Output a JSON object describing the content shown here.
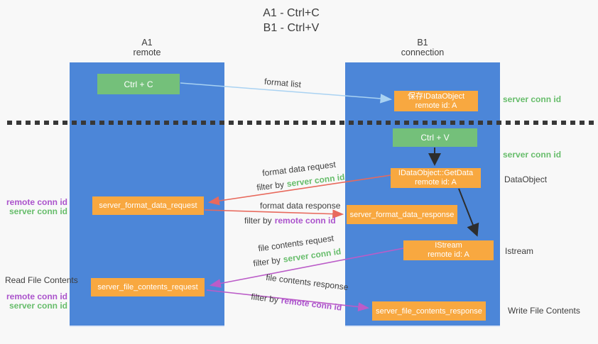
{
  "title": {
    "line1": "A1 - Ctrl+C",
    "line2": "B1 - Ctrl+V"
  },
  "columns": {
    "left": {
      "name": "A1",
      "role": "remote"
    },
    "right": {
      "name": "B1",
      "role": "connection"
    }
  },
  "boxes": {
    "ctrl_c": "Ctrl + C",
    "ctrl_v": "Ctrl + V",
    "save_dataobject": {
      "line1": "保存IDataObject",
      "line2": "remote id: A"
    },
    "getdata": {
      "line1": "IDataObject::GetData",
      "line2": "remote id: A"
    },
    "istream": {
      "line1": "IStream",
      "line2": "remote id: A"
    },
    "server_format_data_request": "server_format_data_request",
    "server_format_data_response": "server_format_data_response",
    "server_file_contents_request": "server_file_contents_request",
    "server_file_contents_response": "server_file_contents_response"
  },
  "arrow_labels": {
    "format_list": "format list",
    "format_data_request": "format data request",
    "format_data_response": "format data response",
    "file_contents_request": "file contents request",
    "file_contents_response": "file contents response",
    "filter_by": "filter by",
    "server_conn_id": "server conn id",
    "remote_conn_id": "remote conn id"
  },
  "side_labels": {
    "left": {
      "remote_conn_id": "remote conn id",
      "server_conn_id": "server conn id",
      "read_file_contents": "Read File Contents"
    },
    "right": {
      "server_conn_id": "server conn id",
      "dataobject": "DataObject",
      "istream": "Istream",
      "write_file_contents": "Write File Contents"
    }
  },
  "colors": {
    "column_blue": "#4c86d8",
    "box_green": "#74c07a",
    "box_orange": "#f8a840",
    "arrow_blue": "#a9d2f2",
    "arrow_red": "#e8695c",
    "arrow_magenta": "#bb5cc8",
    "arrow_black": "#2d2d2d",
    "label_green": "#67bd6b",
    "label_purple": "#ab53cc",
    "text_dark": "#3d3d3d"
  }
}
